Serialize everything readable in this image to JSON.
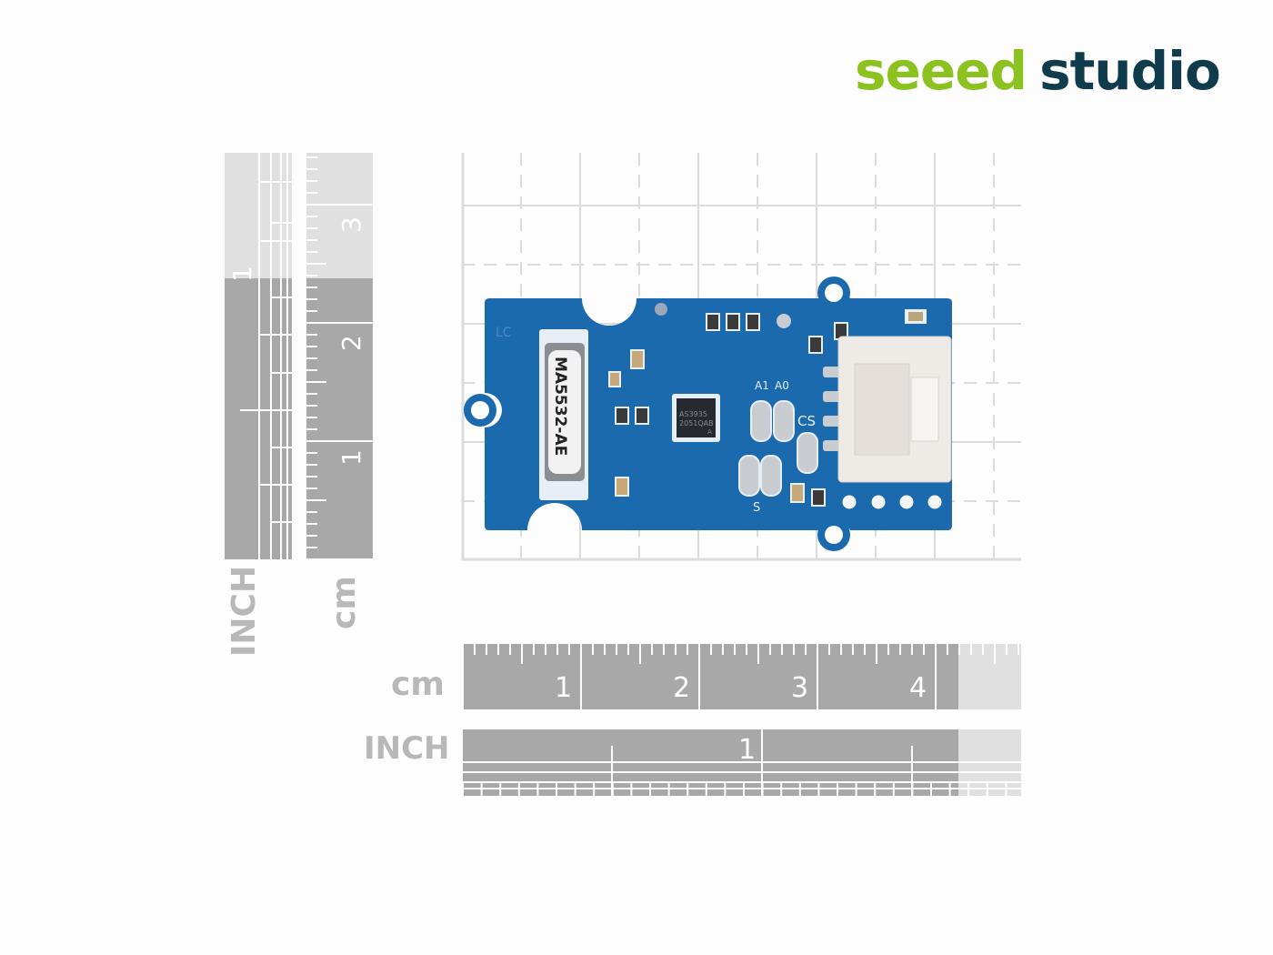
{
  "logo": {
    "part1": "seeed",
    "part2": "studio"
  },
  "rulers": {
    "unit_inch": "INCH",
    "unit_cm": "cm",
    "vertical_inch_labels": [
      "1"
    ],
    "vertical_cm_labels": [
      "1",
      "2",
      "3"
    ],
    "horizontal_cm_labels": [
      "1",
      "2",
      "3",
      "4"
    ],
    "horizontal_inch_labels": [
      "1"
    ]
  },
  "board": {
    "module_label": "MA5532-AE",
    "chip_line1": "AS3935",
    "chip_line2": "2051QAB",
    "chip_line3": "A",
    "silk_a1": "A1",
    "silk_a0": "A0",
    "silk_cs": "CS",
    "silk_s": "S",
    "silk_lc": "LC",
    "board_color": "#1b6aae"
  }
}
